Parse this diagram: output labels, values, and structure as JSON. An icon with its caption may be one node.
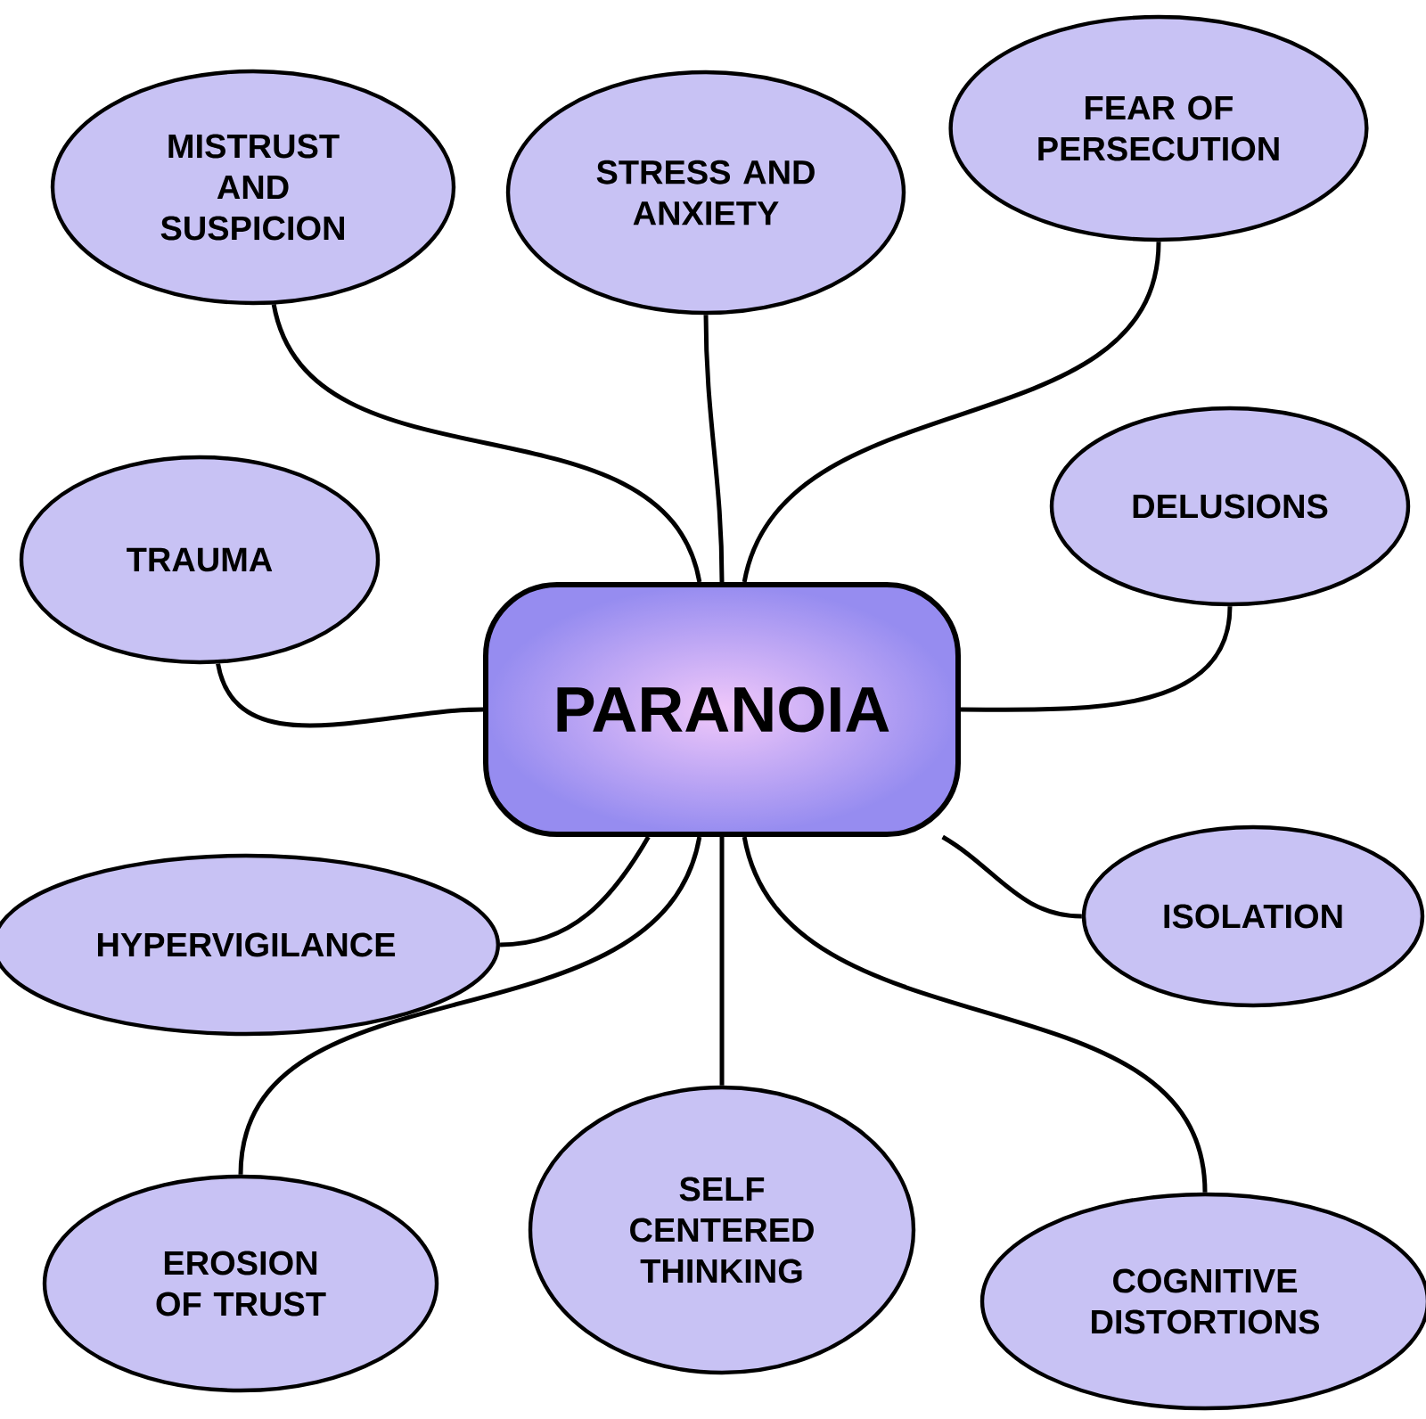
{
  "diagram": {
    "nodes": [
      {
        "text": [
          "PARANOIA"
        ]
      },
      {
        "text": [
          "MISTRUST AND SUSPICION"
        ]
      },
      {
        "text": [
          "STRESS AND ANXIETY"
        ]
      },
      {
        "text": [
          "FEAR OF PERSECUTION"
        ]
      },
      {
        "text": [
          "TRAUMA"
        ]
      },
      {
        "text": [
          "DELUSIONS"
        ]
      },
      {
        "text": [
          "HYPERVIGILANCE"
        ]
      },
      {
        "text": [
          "ISOLATION"
        ]
      },
      {
        "text": [
          "EROSION OF TRUST"
        ]
      },
      {
        "text": [
          "SELF CENTERED THINKING"
        ]
      },
      {
        "text": [
          "COGNITIVE DISTORTIONS"
        ]
      }
    ],
    "edges": [
      {
        "from": 0,
        "to": 1,
        "arrow": "none"
      },
      {
        "from": 0,
        "to": 2,
        "arrow": "none"
      },
      {
        "from": 0,
        "to": 3,
        "arrow": "none"
      },
      {
        "from": 0,
        "to": 4,
        "arrow": "none"
      },
      {
        "from": 0,
        "to": 5,
        "arrow": "none"
      },
      {
        "from": 0,
        "to": 6,
        "arrow": "none"
      },
      {
        "from": 0,
        "to": 7,
        "arrow": "none"
      },
      {
        "from": 0,
        "to": 8,
        "arrow": "none"
      },
      {
        "from": 0,
        "to": 9,
        "arrow": "none"
      },
      {
        "from": 0,
        "to": 10,
        "arrow": "none"
      }
    ]
  }
}
